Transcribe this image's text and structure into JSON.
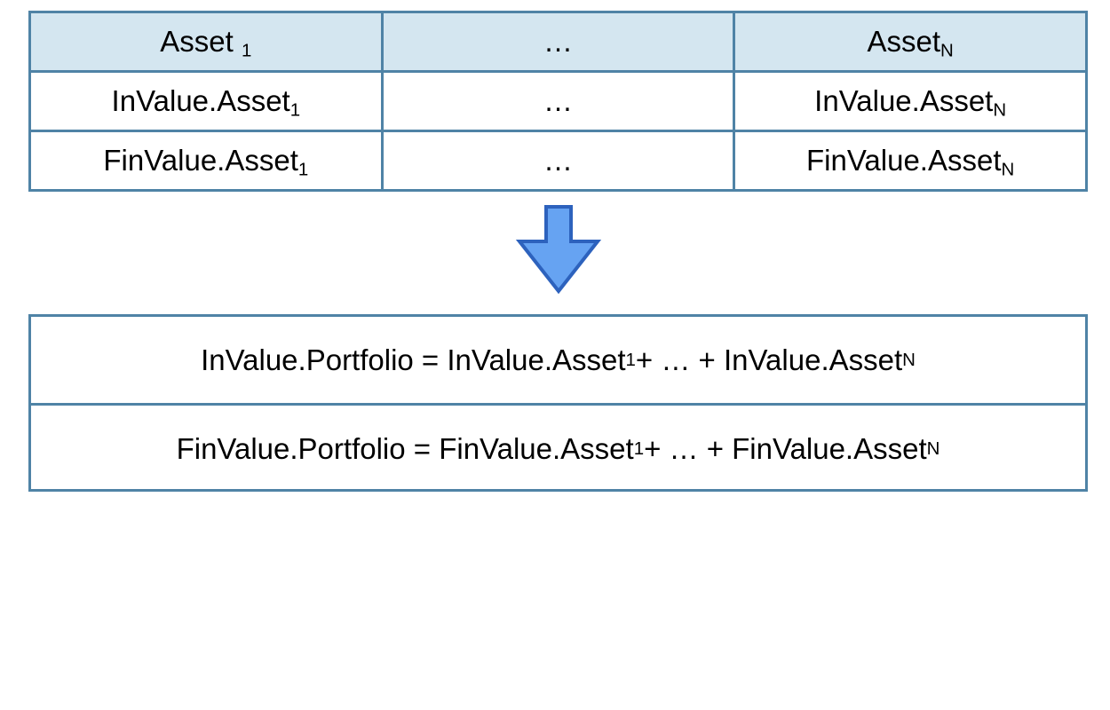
{
  "table": {
    "header": [
      {
        "main": "Asset ",
        "sub": "1"
      },
      {
        "main": "…",
        "sub": ""
      },
      {
        "main": "Asset",
        "sub": "N"
      }
    ],
    "rows": [
      [
        {
          "main": "InValue.Asset",
          "sub": "1"
        },
        {
          "main": "…",
          "sub": ""
        },
        {
          "main": "InValue.Asset",
          "sub": "N"
        }
      ],
      [
        {
          "main": "FinValue.Asset",
          "sub": "1"
        },
        {
          "main": "…",
          "sub": ""
        },
        {
          "main": "FinValue.Asset",
          "sub": "N"
        }
      ]
    ]
  },
  "formulas": [
    {
      "lhs": "InValue.Portfolio = InValue.Asset",
      "sub1": "1",
      "mid": " + … + InValue.Asset",
      "sub2": "N"
    },
    {
      "lhs": "FinValue.Portfolio = FinValue.Asset",
      "sub1": "1",
      "mid": " + … + FinValue.Asset",
      "sub2": "N"
    }
  ],
  "colors": {
    "border": "#4f83a6",
    "header_fill": "#d4e6f0",
    "arrow_fill": "#66a3f2",
    "arrow_stroke": "#2d62bd"
  },
  "icons": {
    "arrow": "down-arrow-icon"
  }
}
